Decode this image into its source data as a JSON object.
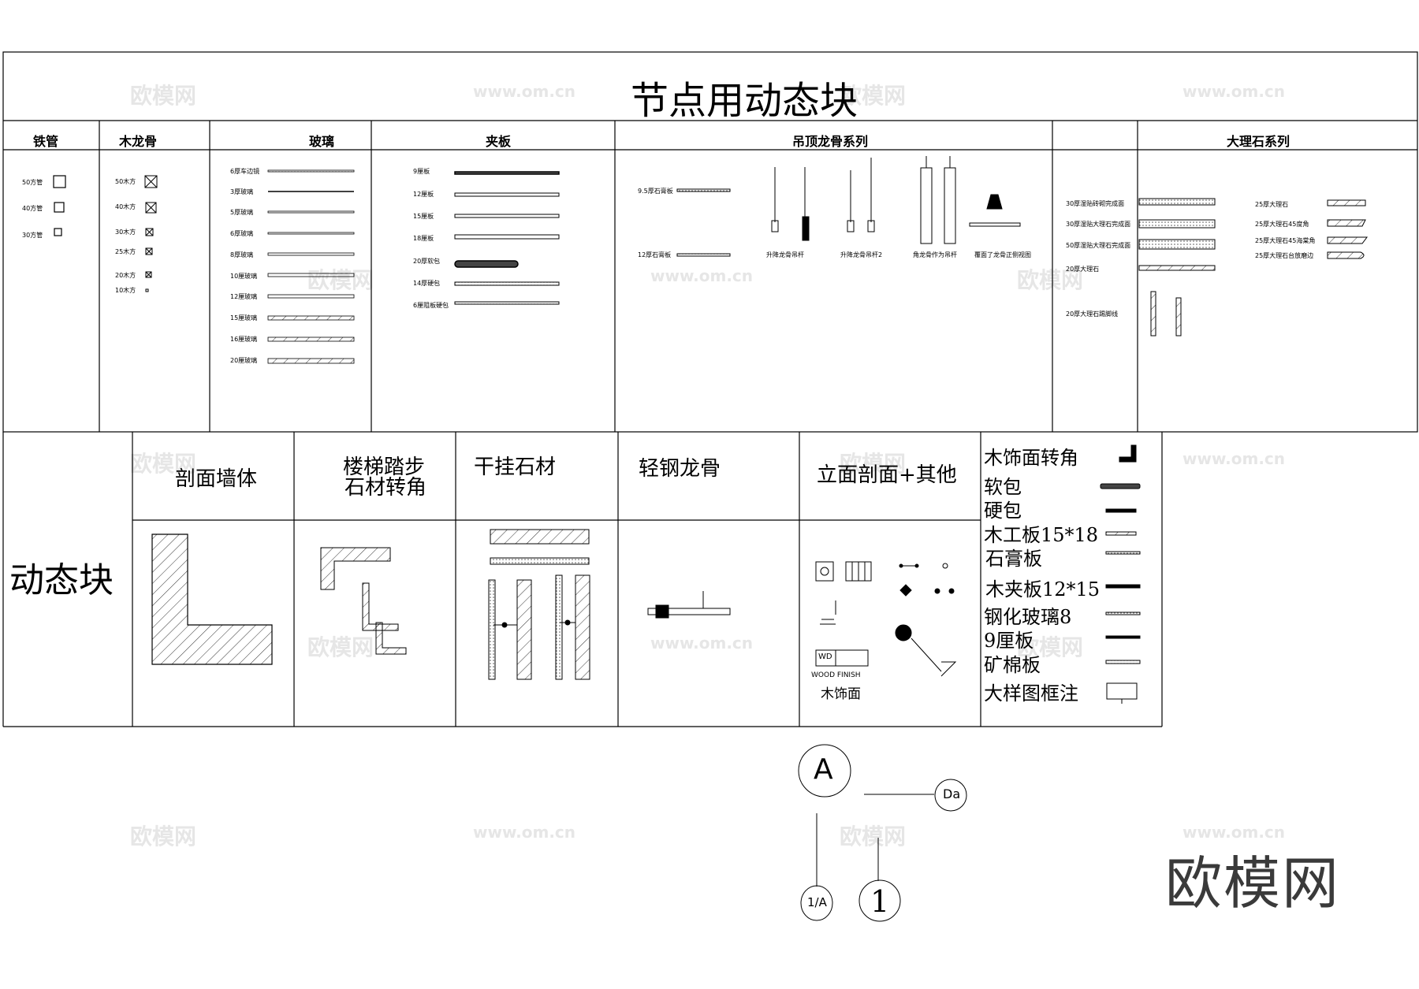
{
  "title": "节点用动态块",
  "columns": {
    "iron_pipe": "铁管",
    "wood_keel": "木龙骨",
    "glass": "玻璃",
    "plywood": "夹板",
    "ceiling_keel": "吊顶龙骨系列",
    "marble": "大理石系列"
  },
  "iron_pipe_items": [
    "50方管",
    "40方管",
    "30方管"
  ],
  "wood_keel_items": [
    "50木方",
    "40木方",
    "30木方",
    "25木方",
    "20木方",
    "10木方"
  ],
  "glass_items": [
    "6厚车边镜",
    "3厚玻璃",
    "5厚玻璃",
    "6厚玻璃",
    "8厚玻璃",
    "10厘玻璃",
    "12厘玻璃",
    "15厘玻璃",
    "16厘玻璃",
    "20厘玻璃"
  ],
  "plywood_items": [
    "9厘板",
    "12厘板",
    "15厘板",
    "18厘板",
    "20厚软包",
    "14厚硬包",
    "6厘阻板硬包"
  ],
  "ceiling_items": {
    "gypsum_95": "9.5厚石膏板",
    "gypsum_12": "12厚石膏板",
    "hanger_1": "升降龙骨吊杆",
    "hanger_2": "升降龙骨吊杆2",
    "angle_hanger": "角龙骨作为吊杆",
    "side_view": "覆面了龙骨正侧视图"
  },
  "marble_left_items": [
    "30厚湿贴砖砌完成面",
    "30厚湿贴大理石完成面",
    "50厚湿贴大理石完成面",
    "20厚大理石",
    "20厚大理石踢脚线"
  ],
  "marble_right_items": [
    "25厚大理石",
    "25厚大理石45度角",
    "25厚大理石45海棠角",
    "25厚大理石台放磨边"
  ],
  "dynamic_block_label": "动态块",
  "sections": {
    "wall": "剖面墙体",
    "stair_line1": "楼梯踏步",
    "stair_line2": "石材转角",
    "dry_hang": "干挂石材",
    "light_steel": "轻钢龙骨",
    "elevation": "立面剖面+其他"
  },
  "elevation_items": {
    "wd": "WD",
    "wood_finish_en": "WOOD FINISH",
    "wood_finish_cn": "木饰面"
  },
  "right_list": [
    "木饰面转角",
    "软包",
    "硬包",
    "木工板15*18",
    "石膏板",
    "木夹板12*15",
    "钢化玻璃8",
    "9厘板",
    "矿棉板",
    "大样图框注"
  ],
  "callouts": {
    "a_label": "A",
    "one_label": "1",
    "one_a_label": "1/A",
    "da_label": "Da"
  },
  "watermark": {
    "brand": "欧模网",
    "url": "www.om.cn"
  }
}
